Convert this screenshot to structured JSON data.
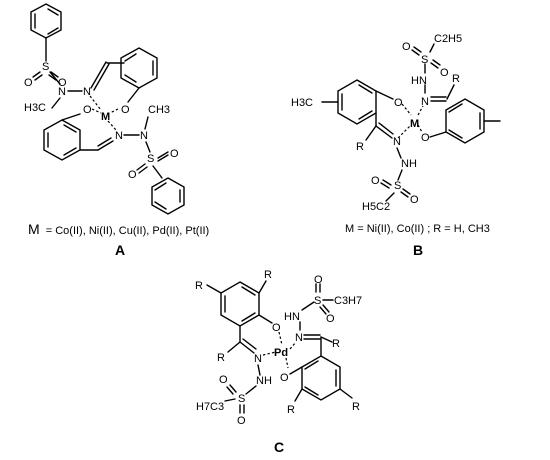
{
  "panels": {
    "a": {
      "label": "A",
      "caption": "= Co(II), Ni(II), Cu(II), Pd(II), Pt(II)",
      "caption_metal": "M",
      "atoms": {
        "metal": "M",
        "o": "O",
        "n": "N",
        "s": "S",
        "h3c": "H3C",
        "ch3": "CH3"
      }
    },
    "b": {
      "label": "B",
      "caption": "M = Ni(II), Co(II) ; R = H, CH3",
      "atoms": {
        "metal": "M",
        "o": "O",
        "n": "N",
        "s": "S",
        "nh": "NH",
        "hn": "HN",
        "h3c": "H3C",
        "r": "R",
        "c2h5": "C2H5",
        "h5c2": "H5C2"
      }
    },
    "c": {
      "label": "C",
      "atoms": {
        "metal": "Pd",
        "o": "O",
        "n": "N",
        "s": "S",
        "nh": "NH",
        "hn": "HN",
        "r": "R",
        "c3h7": "C3H7",
        "h7c3": "H7C3"
      }
    }
  }
}
